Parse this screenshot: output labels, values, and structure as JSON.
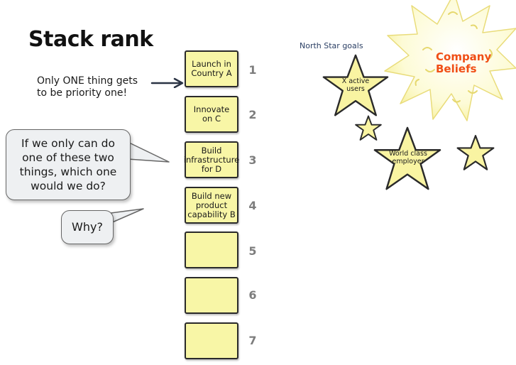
{
  "title": "Stack rank",
  "note": {
    "line1": "Only ONE thing gets",
    "line2": "to be priority one!"
  },
  "bubbles": {
    "question": "If we only can do one of these two things, which one would we do?",
    "why": "Why?"
  },
  "stack": [
    {
      "rank": "1",
      "label": "Launch in Country A"
    },
    {
      "rank": "2",
      "label": "Innovate on C"
    },
    {
      "rank": "3",
      "label": "Build infrastructure for D"
    },
    {
      "rank": "4",
      "label": "Build new product capability B"
    },
    {
      "rank": "5",
      "label": ""
    },
    {
      "rank": "6",
      "label": ""
    },
    {
      "rank": "7",
      "label": ""
    }
  ],
  "north_star": {
    "label": "North Star goals",
    "goals": [
      "X active users",
      "World class employer"
    ]
  },
  "company_beliefs": {
    "line1": "Company",
    "line2": "Beliefs"
  },
  "colors": {
    "sticky_fill": "#f8f6a6",
    "star_fill": "#f9f4a2",
    "sun_fill": "#fdfbd6",
    "beliefs_text": "#f04e16",
    "rank_number": "#7d7d7d",
    "north_star_label": "#2b3f64"
  }
}
